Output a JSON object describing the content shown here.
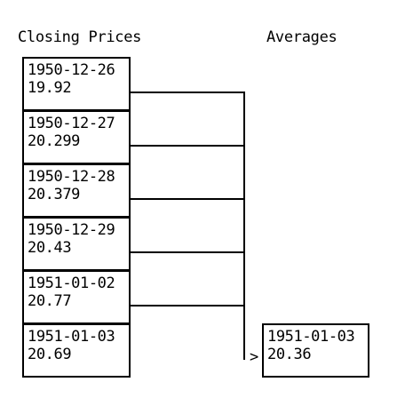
{
  "headings": {
    "left": "Closing Prices",
    "right": "Averages"
  },
  "prices": [
    {
      "date": "1950-12-26",
      "value": "19.92"
    },
    {
      "date": "1950-12-27",
      "value": "20.299"
    },
    {
      "date": "1950-12-28",
      "value": "20.379"
    },
    {
      "date": "1950-12-29",
      "value": "20.43"
    },
    {
      "date": "1951-01-02",
      "value": "20.77"
    },
    {
      "date": "1951-01-03",
      "value": "20.69"
    }
  ],
  "average": {
    "date": "1951-01-03",
    "value": "20.36"
  },
  "arrow_glyph": ">"
}
